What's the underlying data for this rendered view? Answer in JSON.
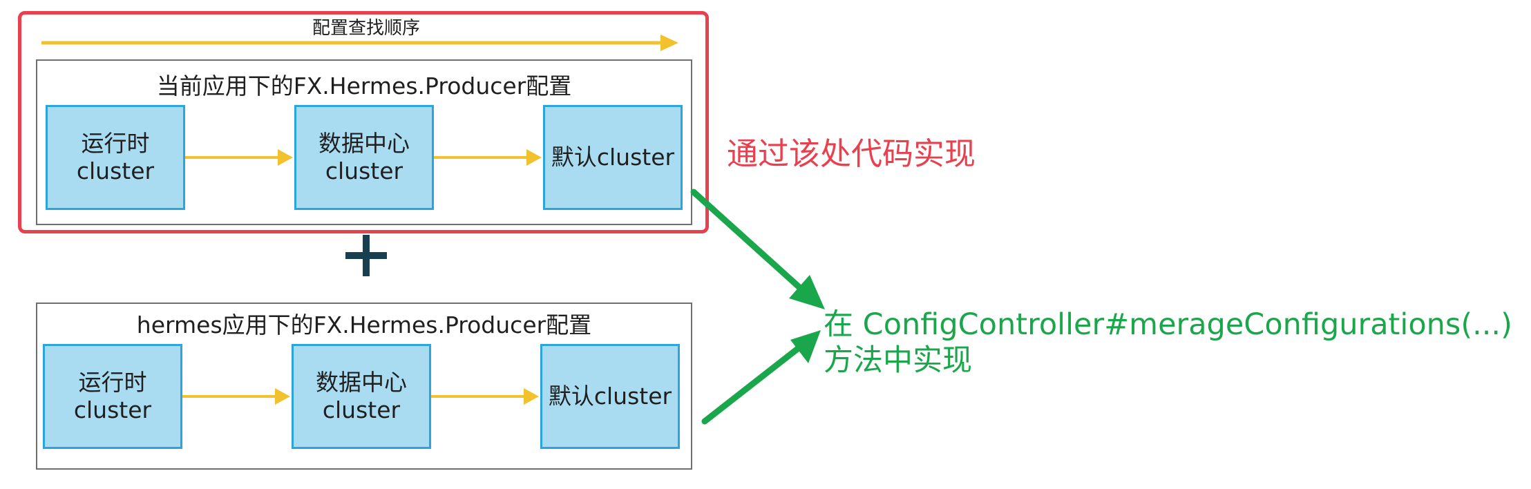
{
  "diagram": {
    "order_label": "配置查找顺序",
    "panels": [
      {
        "title": "当前应用下的FX.Hermes.Producer配置",
        "boxes": [
          {
            "line1": "运行时",
            "line2": "cluster"
          },
          {
            "line1": "数据中心",
            "line2": "cluster"
          },
          {
            "line1": "默认cluster",
            "line2": ""
          }
        ]
      },
      {
        "title": "hermes应用下的FX.Hermes.Producer配置",
        "boxes": [
          {
            "line1": "运行时",
            "line2": "cluster"
          },
          {
            "line1": "数据中心",
            "line2": "cluster"
          },
          {
            "line1": "默认cluster",
            "line2": ""
          }
        ]
      }
    ],
    "red_note": "通过该处代码实现",
    "green_note": {
      "line1": "在 ConfigController#merageConfigurations(...)",
      "line2": "方法中实现"
    },
    "colors": {
      "highlight_frame": "#e8404f",
      "box_fill": "#a9dcf1",
      "box_border": "#2ba5dc",
      "flow_arrow": "#f2c12e",
      "green_arrow": "#1aa64a",
      "plus": "#173f4f"
    }
  }
}
